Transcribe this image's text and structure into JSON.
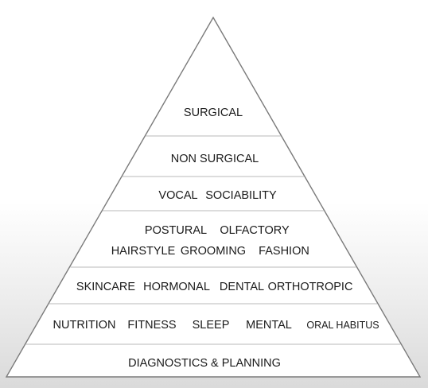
{
  "pyramid": {
    "colors": {
      "fill": "#ffffff",
      "stroke": "#7a7a7a",
      "divider": "#b8b8b8",
      "text": "#1a1a1a"
    },
    "levels": [
      {
        "id": "surgical",
        "lines": [
          [
            "SURGICAL"
          ]
        ]
      },
      {
        "id": "non-surgical",
        "lines": [
          [
            "NON SURGICAL"
          ]
        ]
      },
      {
        "id": "vocal-sociability",
        "lines": [
          [
            "VOCAL",
            "SOCIABILITY"
          ]
        ]
      },
      {
        "id": "postural-fashion",
        "lines": [
          [
            "POSTURAL",
            "OLFACTORY"
          ],
          [
            "HAIRSTYLE",
            "GROOMING",
            "FASHION"
          ]
        ]
      },
      {
        "id": "skincare-orthotropic",
        "lines": [
          [
            "SKINCARE",
            "HORMONAL",
            "DENTAL",
            "ORTHOTROPIC"
          ]
        ]
      },
      {
        "id": "nutrition-oral",
        "lines": [
          [
            "NUTRITION",
            "FITNESS",
            "SLEEP",
            "MENTAL",
            "ORAL HABITUS"
          ]
        ]
      },
      {
        "id": "diagnostics",
        "lines": [
          [
            "DIAGNOSTICS & PLANNING"
          ]
        ]
      }
    ]
  }
}
